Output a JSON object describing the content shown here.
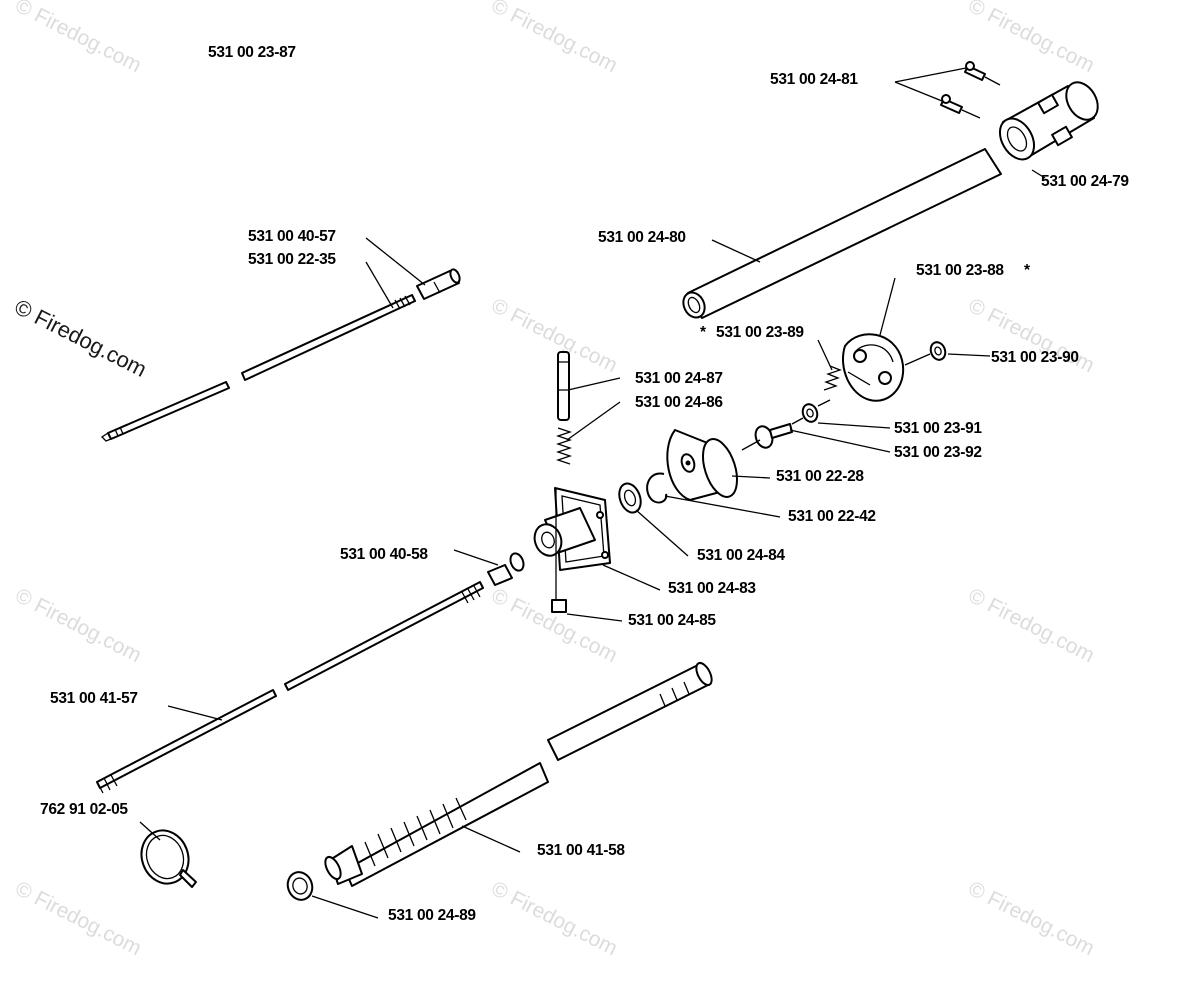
{
  "watermark": "© Firedog.com",
  "parts": {
    "p1": "531 00 23-87",
    "p2": "531 00 24-81",
    "p3": "531 00 24-79",
    "p4": "531 00 40-57",
    "p5": "531 00 22-35",
    "p6": "531 00 24-80",
    "p7": "531 00 23-88",
    "p7_mark": "*",
    "p8": "531 00 23-89",
    "p8_mark": "*",
    "p9": "531 00 23-90",
    "p10": "531 00 24-87",
    "p11": "531 00 24-86",
    "p12": "531 00 23-91",
    "p13": "531 00 23-92",
    "p14": "531 00 22-28",
    "p15": "531 00 22-42",
    "p16": "531 00 40-58",
    "p17": "531 00 24-84",
    "p18": "531 00 24-83",
    "p19": "531 00 24-85",
    "p20": "531 00 41-57",
    "p21": "762 91 02-05",
    "p22": "531 00 41-58",
    "p23": "531 00 24-89"
  }
}
